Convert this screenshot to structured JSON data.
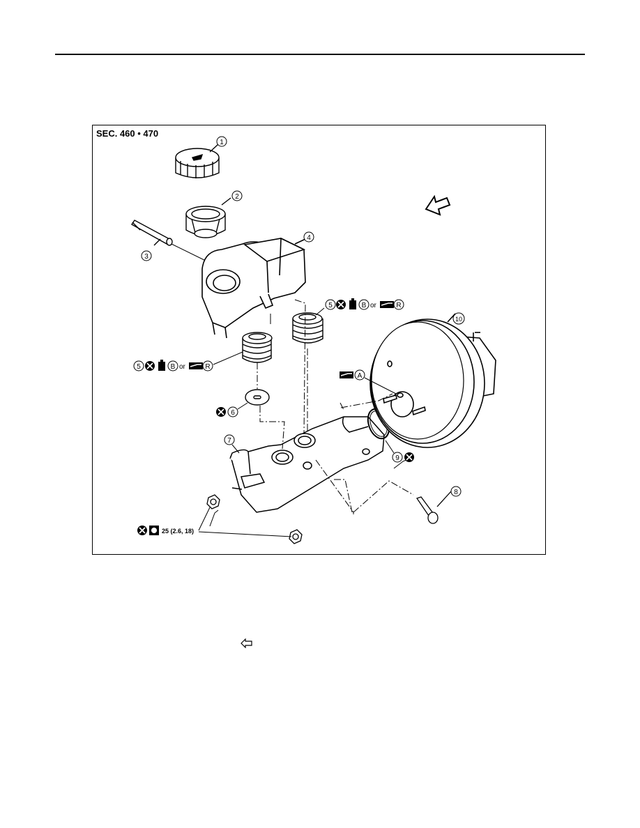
{
  "figure": {
    "section_ref": "SEC. 460 • 470",
    "callouts": [
      "1",
      "2",
      "3",
      "4",
      "5",
      "5",
      "6",
      "7",
      "8",
      "9",
      "10"
    ],
    "ref_letters": {
      "a": "A",
      "b": "B",
      "r": "R"
    },
    "or_text": "or",
    "torque_spec": "25 (2.6, 18)",
    "icons": [
      "do-not-reuse-icon",
      "brake-fluid-icon",
      "rubber-grease-icon",
      "tightening-torque-icon",
      "front-arrow-icon"
    ]
  }
}
